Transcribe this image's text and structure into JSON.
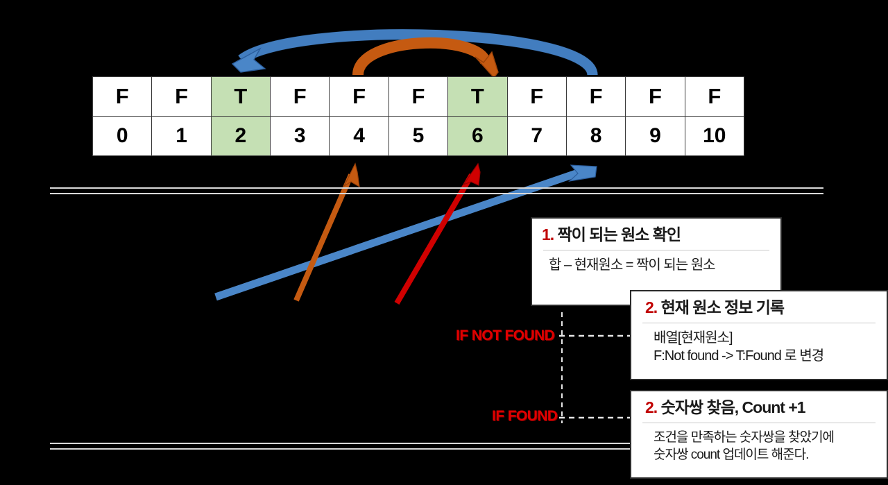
{
  "array": {
    "flags_label": "flags-row",
    "flags": [
      "F",
      "F",
      "T",
      "F",
      "F",
      "F",
      "T",
      "F",
      "F",
      "F",
      "F"
    ],
    "indices": [
      "0",
      "1",
      "2",
      "3",
      "4",
      "5",
      "6",
      "7",
      "8",
      "9",
      "10"
    ],
    "highlighted_indices": [
      2,
      6
    ],
    "highlight_color": "#C5E0B4"
  },
  "conditions": {
    "if_not_found": "IF NOT FOUND",
    "if_found": "IF FOUND",
    "color": "#E00000"
  },
  "callouts": [
    {
      "number": "1.",
      "title": "짝이 되는 원소 확인",
      "body_lines": [
        "합 – 현재원소 = 짝이 되는 원소"
      ]
    },
    {
      "number": "2.",
      "title": "현재 원소 정보 기록",
      "body_lines": [
        "배열[현재원소]",
        "F:Not found -> T:Found 로 변경"
      ]
    },
    {
      "number": "2.",
      "title": "숫자쌍 찾음, Count +1",
      "body_lines": [
        "조건을 만족하는 숫자쌍을 찾았기에",
        "숫자쌍 count 업데이트 해준다."
      ]
    }
  ],
  "colors": {
    "blue": "#4A86C8",
    "orange": "#C55A11",
    "red": "#D00000",
    "accent_number": "#C00000",
    "divider": "#D9D9D9",
    "cell_border": "#3A3A3A",
    "background": "#000000"
  },
  "arrows": {
    "arc_blue": {
      "from_index": 8,
      "to_index": 2,
      "color": "#4A86C8",
      "direction": "right-to-left"
    },
    "arc_orange": {
      "from_index": 4,
      "to_index": 6,
      "color": "#C55A11",
      "direction": "left-to-right"
    },
    "diag_orange": {
      "points_to_index": 4,
      "color": "#C55A11"
    },
    "diag_red": {
      "points_to_index": 6,
      "color": "#D00000"
    },
    "diag_blue": {
      "points_to_index": 8,
      "color": "#4A86C8"
    }
  }
}
